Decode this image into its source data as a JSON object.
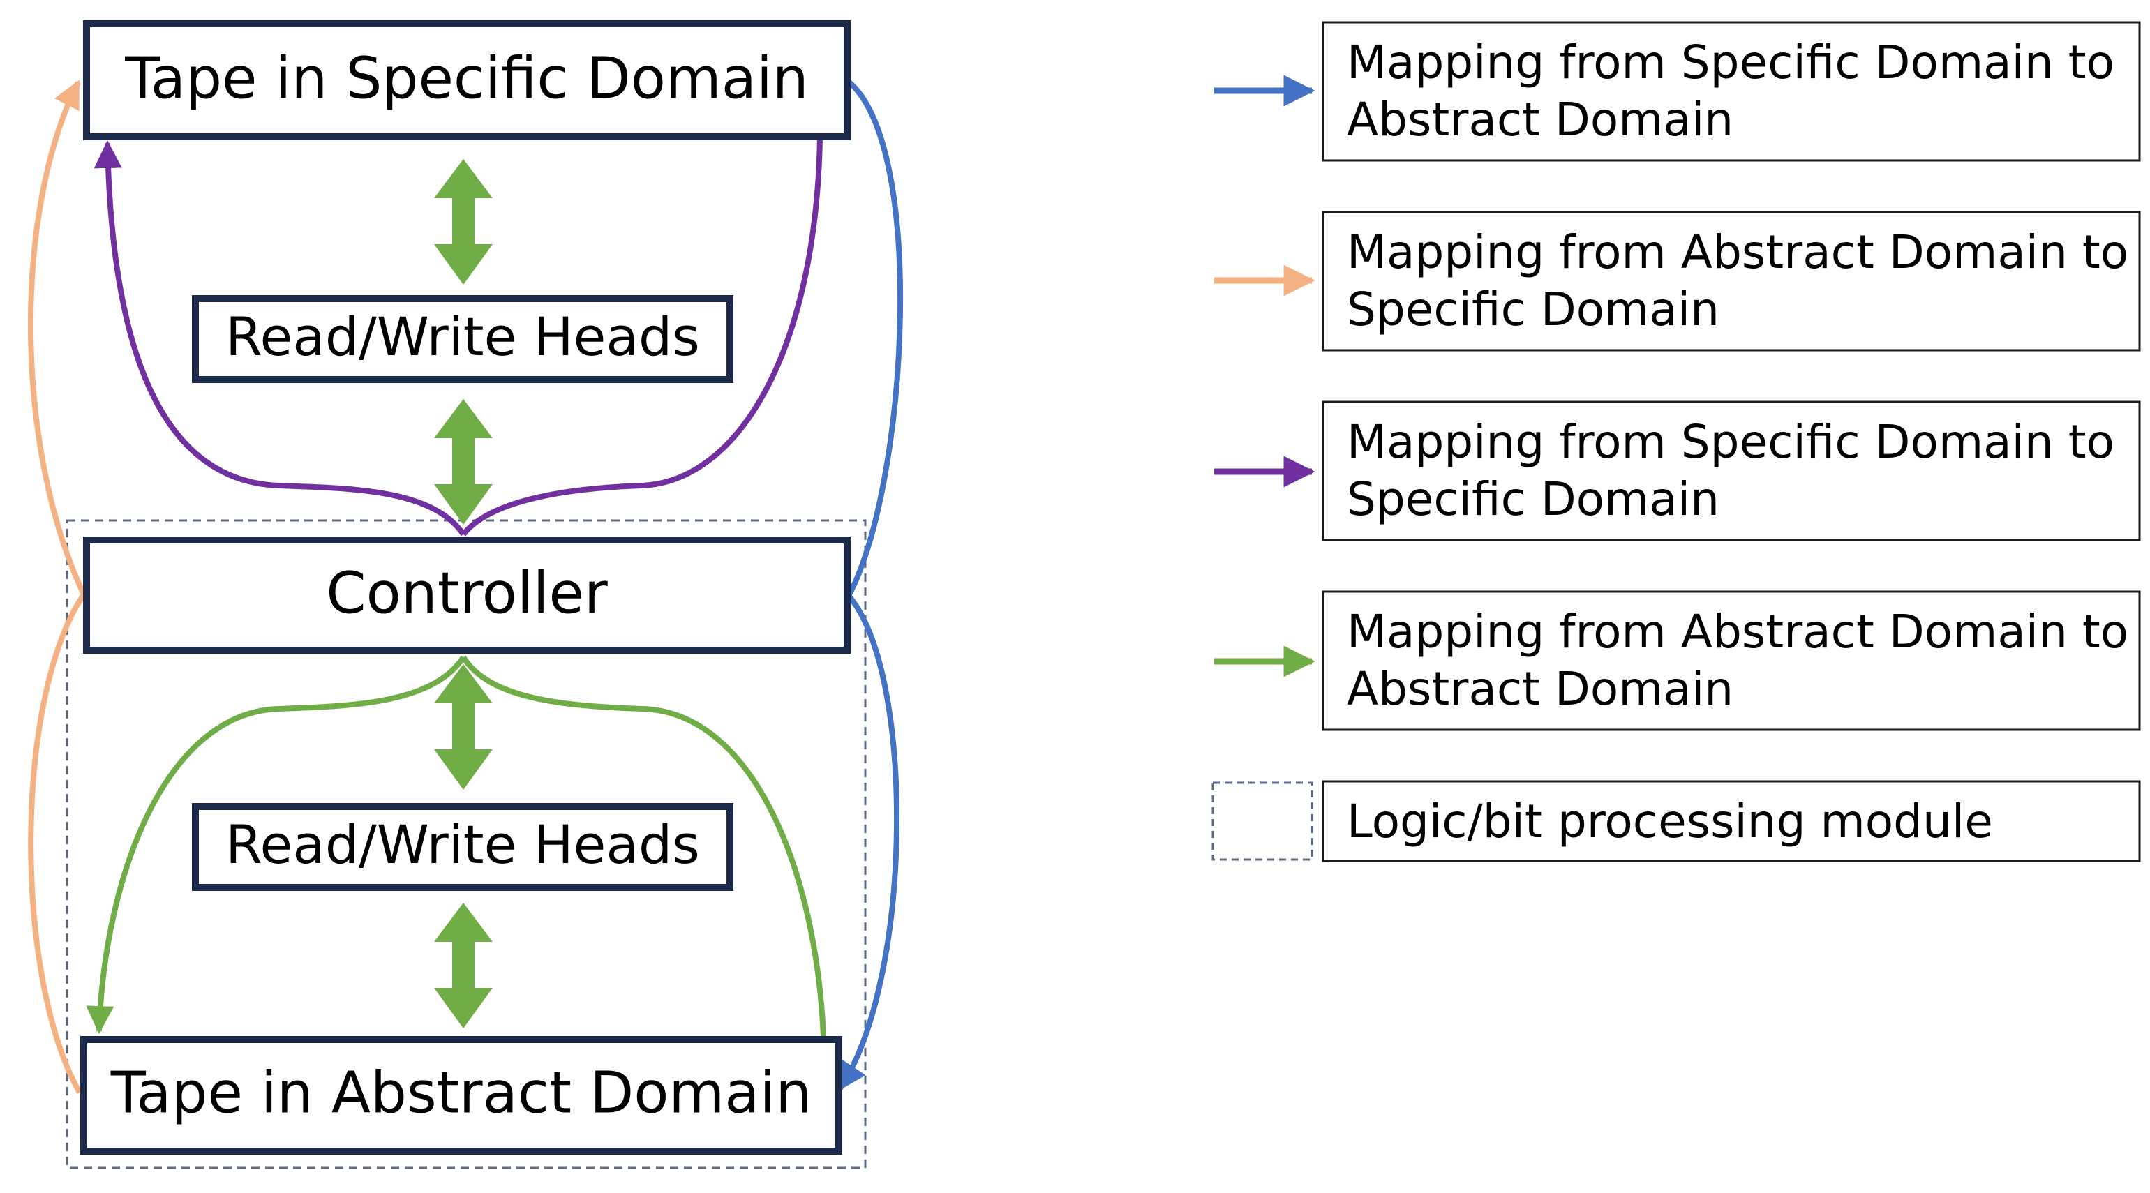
{
  "diagram": {
    "nodes": {
      "tape_specific": "Tape in Specific Domain",
      "heads_top": "Read/Write Heads",
      "controller": "Controller",
      "heads_bottom": "Read/Write Heads",
      "tape_abstract": "Tape in Abstract Domain"
    },
    "colors": {
      "box_border": "#1b2a4a",
      "module_border": "#5b6b85",
      "specific_to_abstract": "#4472c4",
      "abstract_to_specific": "#f4b183",
      "specific_to_specific": "#7030a0",
      "abstract_to_abstract": "#70ad47"
    }
  },
  "legend": {
    "items": [
      {
        "line1": "Mapping from Specific Domain to",
        "line2": "Abstract Domain",
        "color": "#4472c4"
      },
      {
        "line1": "Mapping from Abstract Domain to",
        "line2": "Specific Domain",
        "color": "#f4b183"
      },
      {
        "line1": "Mapping from Specific Domain to",
        "line2": "Specific Domain",
        "color": "#7030a0"
      },
      {
        "line1": "Mapping from Abstract Domain to",
        "line2": "Abstract Domain",
        "color": "#70ad47"
      }
    ],
    "module_label": "Logic/bit processing module"
  }
}
